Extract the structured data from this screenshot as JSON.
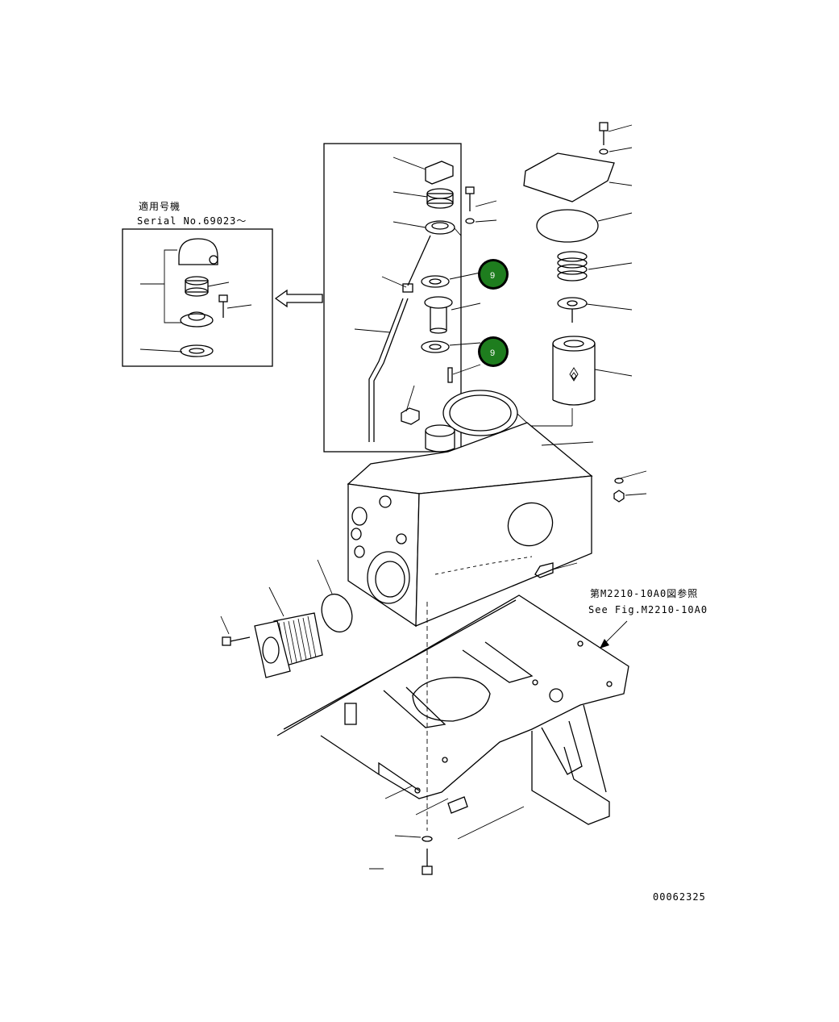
{
  "serial_note": {
    "title_jp": "適用号機",
    "serial": "Serial No.69023〜"
  },
  "reference_note": {
    "jp": "第M2210-10A0図参照",
    "en": "See Fig.M2210-10A0"
  },
  "badges": [
    {
      "label": "9",
      "color": "#1e7d1e"
    },
    {
      "label": "9",
      "color": "#1e7d1e"
    }
  ],
  "drawing_number": "00062325"
}
